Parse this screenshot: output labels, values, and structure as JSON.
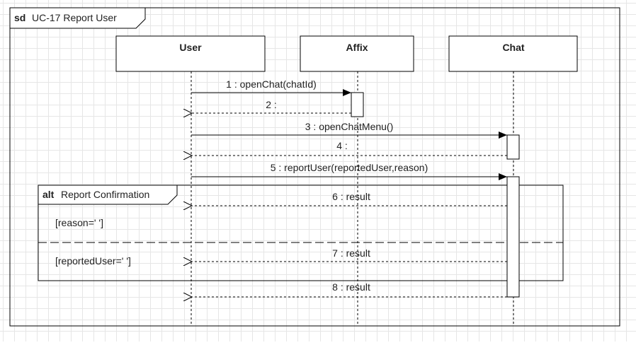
{
  "frame": {
    "keyword": "sd",
    "title": "UC-17 Report User"
  },
  "lifelines": [
    {
      "id": "user",
      "label": "User"
    },
    {
      "id": "affix",
      "label": "Affix"
    },
    {
      "id": "chat",
      "label": "Chat"
    }
  ],
  "messages": [
    {
      "n": "1",
      "label": "1 : openChat(chatId)",
      "kind": "sync",
      "from": "user",
      "to": "affix"
    },
    {
      "n": "2",
      "label": "2 :",
      "kind": "return",
      "from": "affix",
      "to": "user"
    },
    {
      "n": "3",
      "label": "3 : openChatMenu()",
      "kind": "sync",
      "from": "user",
      "to": "chat"
    },
    {
      "n": "4",
      "label": "4 :",
      "kind": "return",
      "from": "chat",
      "to": "user"
    },
    {
      "n": "5",
      "label": "5 : reportUser(reportedUser,reason)",
      "kind": "sync",
      "from": "user",
      "to": "chat"
    },
    {
      "n": "6",
      "label": "6 : result",
      "kind": "return",
      "from": "chat",
      "to": "user"
    },
    {
      "n": "7",
      "label": "7 : result",
      "kind": "return",
      "from": "chat",
      "to": "user"
    },
    {
      "n": "8",
      "label": "8 : result",
      "kind": "return",
      "from": "chat",
      "to": "user"
    }
  ],
  "fragment": {
    "operator": "alt",
    "title": "Report Confirmation",
    "guards": [
      "[reason=' ']",
      "[reportedUser=' ']"
    ]
  },
  "colors": {
    "line": "#000000",
    "text": "#222222",
    "grid": "#e6e6e6",
    "background": "#ffffff"
  }
}
